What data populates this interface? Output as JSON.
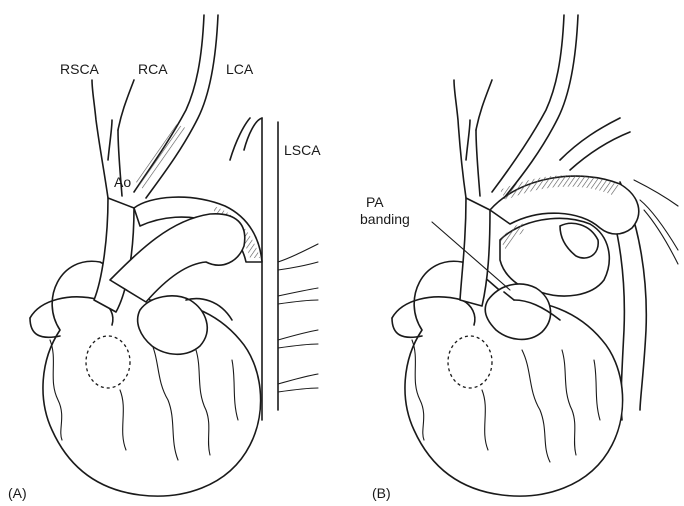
{
  "figure": {
    "panel_a": {
      "label": "(A)",
      "vessel_labels": {
        "rsca": "RSCA",
        "rca": "RCA",
        "lca": "LCA",
        "lsca": "LSCA",
        "ao": "Ao"
      }
    },
    "panel_b": {
      "label": "(B)",
      "pa_banding_line1": "PA",
      "pa_banding_line2": "banding"
    }
  }
}
